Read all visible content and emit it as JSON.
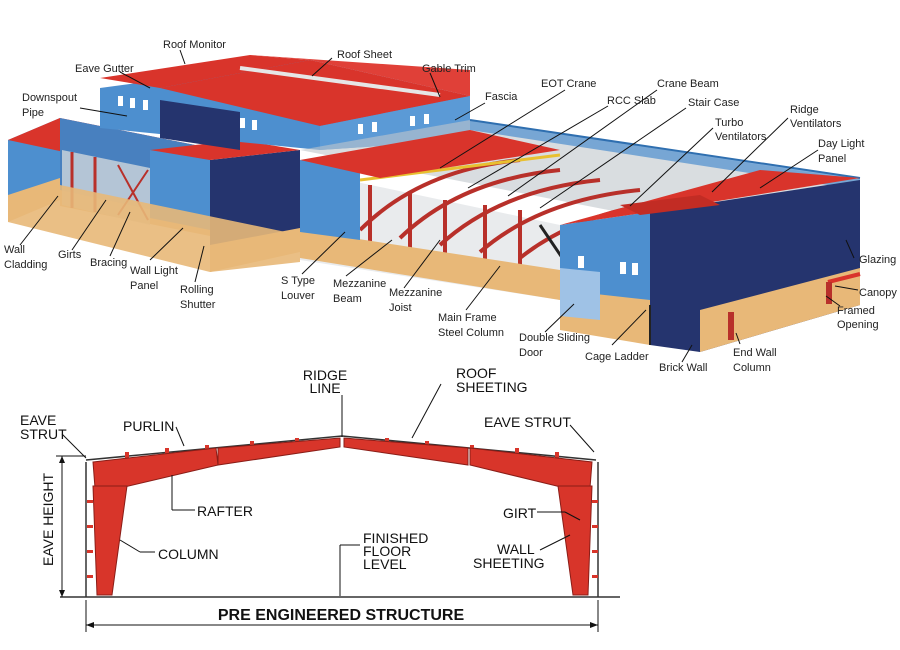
{
  "colors": {
    "roof_red": "#d9342b",
    "wall_blue": "#4d8fcf",
    "glass_navy": "#25346e",
    "brick": "#e8b878",
    "steel_frame": "#b8302a",
    "frame_red": "#d8352a"
  },
  "building_labels": {
    "roof_monitor": "Roof Monitor",
    "roof_sheet": "Roof Sheet",
    "eave_gutter": "Eave Gutter",
    "gable_trim": "Gable Trim",
    "eot_crane": "EOT Crane",
    "crane_beam": "Crane Beam",
    "fascia": "Fascia",
    "downspout_1": "Downspout",
    "downspout_2": "Pipe",
    "rcc_slab": "RCC Slab",
    "stair_case": "Stair Case",
    "ridge_vent_1": "Ridge",
    "ridge_vent_2": "Ventilators",
    "turbo_vent_1": "Turbo",
    "turbo_vent_2": "Ventilators",
    "day_light_1": "Day Light",
    "day_light_2": "Panel",
    "wall_cladding_1": "Wall",
    "wall_cladding_2": "Cladding",
    "girts": "Girts",
    "bracing": "Bracing",
    "wall_light_1": "Wall Light",
    "wall_light_2": "Panel",
    "rolling_shutter_1": "Rolling",
    "rolling_shutter_2": "Shutter",
    "s_type_louver_1": "S Type",
    "s_type_louver_2": "Louver",
    "mezz_beam_1": "Mezzanine",
    "mezz_beam_2": "Beam",
    "mezz_joist_1": "Mezzanine",
    "mezz_joist_2": "Joist",
    "main_frame_1": "Main Frame",
    "main_frame_2": "Steel Column",
    "double_door_1": "Double Sliding",
    "double_door_2": "Door",
    "cage_ladder": "Cage Ladder",
    "brick_wall": "Brick Wall",
    "end_wall_1": "End Wall",
    "end_wall_2": "Column",
    "glazing": "Glazing",
    "canopy": "Canopy",
    "framed_opening_1": "Framed",
    "framed_opening_2": "Opening"
  },
  "section_labels": {
    "ridge_1": "RIDGE",
    "ridge_2": "LINE",
    "roof_sheeting_1": "ROOF",
    "roof_sheeting_2": "SHEETING",
    "eave_strut_left_1": "EAVE",
    "eave_strut_left_2": "STRUT",
    "purlin": "PURLIN",
    "eave_strut_right": "EAVE STRUT",
    "eave_height": "EAVE HEIGHT",
    "rafter": "RAFTER",
    "girt": "GIRT",
    "column": "COLUMN",
    "finished_floor_1": "FINISHED",
    "finished_floor_2": "FLOOR",
    "finished_floor_3": "LEVEL",
    "wall_sheeting_1": "WALL",
    "wall_sheeting_2": "SHEETING",
    "title": "PRE ENGINEERED STRUCTURE"
  }
}
